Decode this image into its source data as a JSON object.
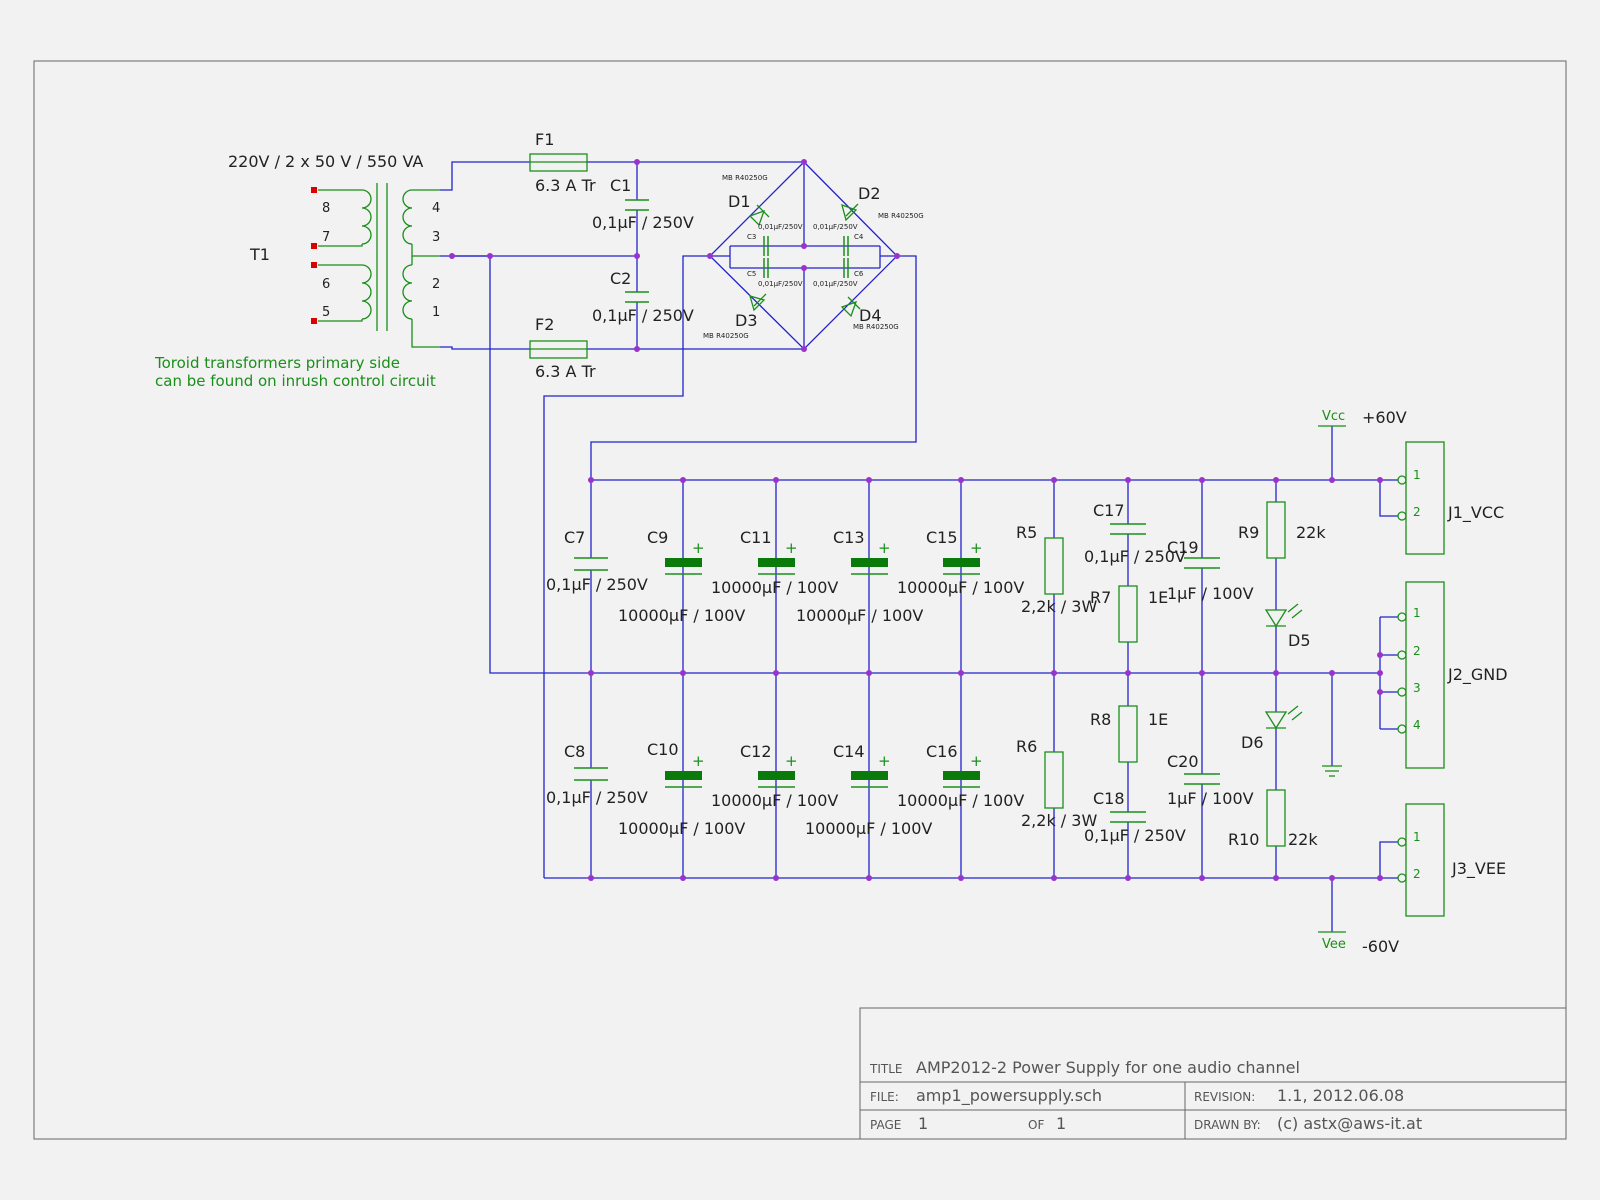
{
  "transformer": {
    "ref": "T1",
    "spec": "220V / 2 x 50 V / 550 VA",
    "primary_pins": [
      "8",
      "7",
      "6",
      "5"
    ],
    "secondary_pins": [
      "4",
      "3",
      "2",
      "1"
    ]
  },
  "note": {
    "line1": "Toroid transformers primary side",
    "line2": "can be found on inrush control circuit"
  },
  "fuses": [
    {
      "ref": "F1",
      "value": "6.3 A Tr"
    },
    {
      "ref": "F2",
      "value": "6.3 A Tr"
    }
  ],
  "input_caps": [
    {
      "ref": "C1",
      "value": "0,1µF / 250V"
    },
    {
      "ref": "C2",
      "value": "0,1µF / 250V"
    }
  ],
  "diodes": [
    {
      "ref": "D1",
      "part": "MB R40250G"
    },
    {
      "ref": "D2",
      "part": "MB R40250G"
    },
    {
      "ref": "D3",
      "part": "MB R40250G"
    },
    {
      "ref": "D4",
      "part": "MB R40250G"
    }
  ],
  "snubber_caps": [
    {
      "ref": "C3",
      "value": "0,01µF/250V"
    },
    {
      "ref": "C4",
      "value": "0,01µF/250V"
    },
    {
      "ref": "C5",
      "value": "0,01µF/250V"
    },
    {
      "ref": "C6",
      "value": "0,01µF/250V"
    }
  ],
  "film_caps": [
    {
      "ref": "C7",
      "value": "0,1µF / 250V"
    },
    {
      "ref": "C8",
      "value": "0,1µF / 250V"
    }
  ],
  "elcos_top": [
    {
      "ref": "C9",
      "value": "10000µF / 100V"
    },
    {
      "ref": "C11",
      "value": "10000µF / 100V"
    },
    {
      "ref": "C13",
      "value": "10000µF / 100V"
    },
    {
      "ref": "C15",
      "value": "10000µF / 100V"
    }
  ],
  "elcos_bottom": [
    {
      "ref": "C10",
      "value": "10000µF / 100V"
    },
    {
      "ref": "C12",
      "value": "10000µF / 100V"
    },
    {
      "ref": "C14",
      "value": "10000µF / 100V"
    },
    {
      "ref": "C16",
      "value": "10000µF / 100V"
    }
  ],
  "resistors": [
    {
      "ref": "R5",
      "value": "2,2k / 3W"
    },
    {
      "ref": "R6",
      "value": "2,2k / 3W"
    },
    {
      "ref": "R7",
      "value": "1E"
    },
    {
      "ref": "R8",
      "value": "1E"
    },
    {
      "ref": "R9",
      "value": "22k"
    },
    {
      "ref": "R10",
      "value": "22k"
    }
  ],
  "caps_misc": [
    {
      "ref": "C17",
      "value": "0,1µF / 250V"
    },
    {
      "ref": "C18",
      "value": "0,1µF / 250V"
    },
    {
      "ref": "C19",
      "value": "1µF / 100V"
    },
    {
      "ref": "C20",
      "value": "1µF / 100V"
    }
  ],
  "leds": [
    {
      "ref": "D5"
    },
    {
      "ref": "D6"
    }
  ],
  "power": {
    "vcc_label": "Vcc",
    "vcc_value": "+60V",
    "vee_label": "Vee",
    "vee_value": "-60V"
  },
  "connectors": [
    {
      "ref": "J1_VCC",
      "pins": [
        "1",
        "2"
      ]
    },
    {
      "ref": "J2_GND",
      "pins": [
        "1",
        "2",
        "3",
        "4"
      ]
    },
    {
      "ref": "J3_VEE",
      "pins": [
        "1",
        "2"
      ]
    }
  ],
  "title_block": {
    "title_label": "TITLE",
    "title": "AMP2012-2 Power Supply for one audio channel",
    "file_label": "FILE:",
    "file": "amp1_powersupply.sch",
    "revision_label": "REVISION:",
    "revision": "1.1, 2012.06.08",
    "page_label": "PAGE",
    "page": "1",
    "of_label": "OF",
    "of": "1",
    "drawn_label": "DRAWN BY:",
    "drawn": "(c) astx@aws-it.at"
  },
  "colors": {
    "wire": "#2222cc",
    "component": "#1a8f1a",
    "junction": "#9933cc",
    "frame": "#666666",
    "pin_marker": "#dd0000"
  }
}
